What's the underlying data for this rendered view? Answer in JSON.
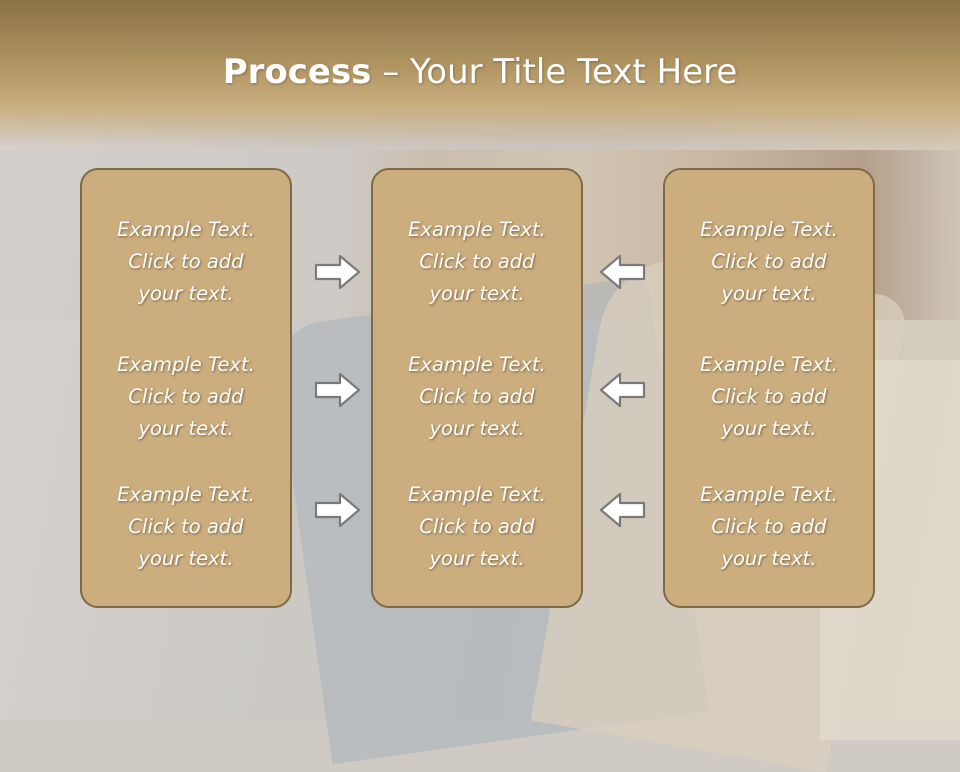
{
  "slide": {
    "title_bold": "Process",
    "title_rest": " – Your Title Text Here"
  },
  "columns": [
    {
      "cells": [
        {
          "l1": "Example Text.",
          "l2": "Click  to add",
          "l3": "your text."
        },
        {
          "l1": "Example Text.",
          "l2": "Click  to add",
          "l3": "your text."
        },
        {
          "l1": "Example Text.",
          "l2": "Click  to add",
          "l3": "your text."
        }
      ]
    },
    {
      "cells": [
        {
          "l1": "Example Text.",
          "l2": "Click  to add",
          "l3": "your text."
        },
        {
          "l1": "Example Text.",
          "l2": "Click  to add",
          "l3": "your text."
        },
        {
          "l1": "Example Text.",
          "l2": "Click  to add",
          "l3": "your text."
        }
      ]
    },
    {
      "cells": [
        {
          "l1": "Example Text.",
          "l2": "Click  to add",
          "l3": "your text."
        },
        {
          "l1": "Example Text.",
          "l2": "Click  to add",
          "l3": "your text."
        },
        {
          "l1": "Example Text.",
          "l2": "Click  to add",
          "l3": "your text."
        }
      ]
    }
  ],
  "icons": {
    "left_arrows": "arrow-right-icon",
    "right_arrows": "arrow-left-icon"
  },
  "colors": {
    "title_bar": "#b19563",
    "box_fill": "#cbad7e",
    "box_border": "#7f6a48",
    "arrow_fill": "#ffffff",
    "arrow_stroke": "#7a7a7a"
  }
}
